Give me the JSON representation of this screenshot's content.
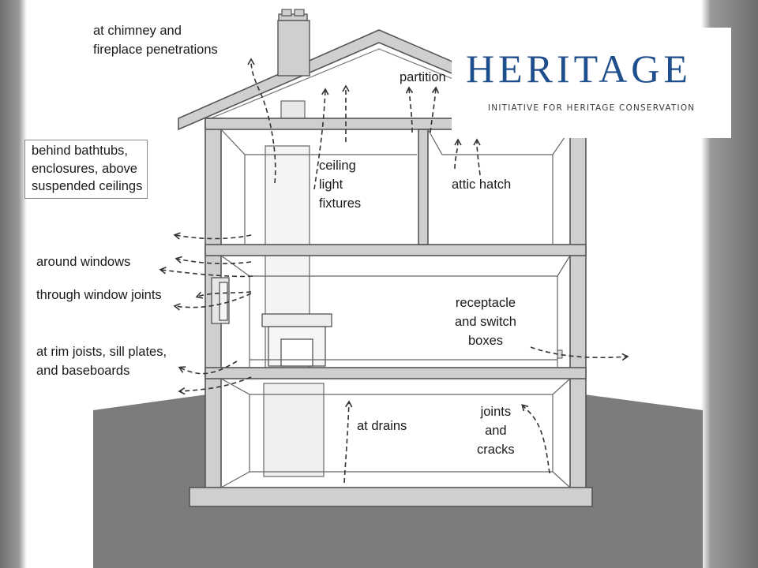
{
  "diagram": {
    "labels": {
      "chimney": [
        "at chimney and",
        "fireplace penetrations"
      ],
      "partitions": "partition",
      "behind": [
        "behind bathtubs,",
        "enclosures, above",
        "suspended ceilings"
      ],
      "ceiling": [
        "ceiling",
        "light",
        "fixtures"
      ],
      "attic": "attic hatch",
      "windows": "around windows",
      "window_joints": "through window joints",
      "receptacle": [
        "receptacle",
        "and switch",
        "boxes"
      ],
      "rim": [
        "at rim joists, sill plates,",
        "and baseboards"
      ],
      "drains": "at drains",
      "joints": [
        "joints",
        "and",
        "cracks"
      ]
    }
  },
  "logo": {
    "word": "HERITAGE",
    "subtitle": "INITIATIVE FOR HERITAGE CONSERVATION",
    "color": "#1f4e8c"
  },
  "colors": {
    "wall_fill": "#cfcfcf",
    "ground_fill": "#7a7a7a",
    "line": "#555555",
    "arrow": "#333333"
  }
}
